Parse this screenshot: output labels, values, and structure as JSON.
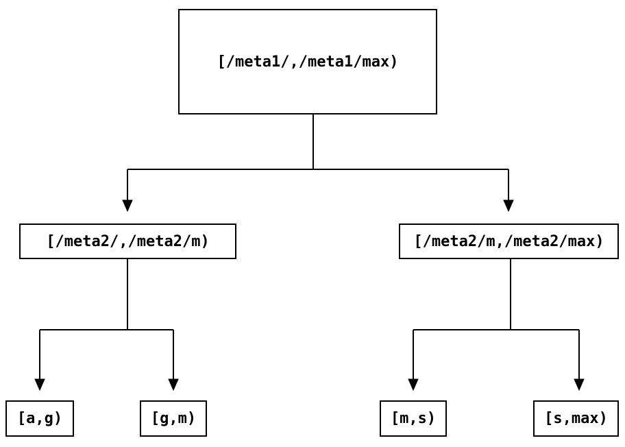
{
  "diagram": {
    "type": "tree",
    "background_color": "#ffffff",
    "line_color": "#000000",
    "node_border_color": "#000000",
    "text_color": "#000000",
    "nodes": {
      "root": {
        "label": "[/meta1/,/meta1/max)"
      },
      "left_child": {
        "label": "[/meta2/,/meta2/m)"
      },
      "right_child": {
        "label": "[/meta2/m,/meta2/max)"
      },
      "leaf_ag": {
        "label": "[a,g)"
      },
      "leaf_gm": {
        "label": "[g,m)"
      },
      "leaf_ms": {
        "label": "[m,s)"
      },
      "leaf_smax": {
        "label": "[s,max)"
      }
    },
    "edges": [
      {
        "from": "root",
        "to": "left_child"
      },
      {
        "from": "root",
        "to": "right_child"
      },
      {
        "from": "left_child",
        "to": "leaf_ag"
      },
      {
        "from": "left_child",
        "to": "leaf_gm"
      },
      {
        "from": "right_child",
        "to": "leaf_ms"
      },
      {
        "from": "right_child",
        "to": "leaf_smax"
      }
    ]
  }
}
